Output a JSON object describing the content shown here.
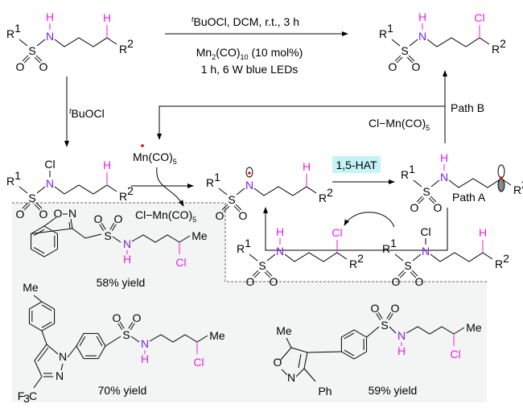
{
  "atoms": {
    "R": "R",
    "1": "1",
    "2": "2",
    "S": "S",
    "O": "O",
    "N": "N",
    "H": "H",
    "Cl": "Cl",
    "Me": "Me",
    "Ph": "Ph",
    "F": "F",
    "3": "3",
    "C": "C"
  },
  "conditions": {
    "t": "t",
    "line1": "BuOCl, DCM, r.t., 3 h",
    "line2_mn": "Mn",
    "line2_sub1": "2",
    "line2_co": "(CO)",
    "line2_sub2": "10",
    "line2_rest": " (10 mol%)",
    "line3": "1 h, 6 W blue LEDs"
  },
  "step1": {
    "t": "t",
    "reagent": "BuOCl"
  },
  "mn_radical": {
    "text": "Mn(CO)",
    "sub": "5"
  },
  "cl_mn": {
    "text": "Cl−Mn(CO)",
    "sub": "5"
  },
  "hat_label": "1,5-HAT",
  "path_a": "Path A",
  "path_b": "Path B",
  "yields": [
    "58% yield",
    "70% yield",
    "59% yield"
  ],
  "colors": {
    "nitrogen": "#7b1fe8",
    "highlight": "#e81ee8",
    "radical": "#e00000",
    "hat_box": "#c4f4f6",
    "panel": "#f3f5f5"
  }
}
